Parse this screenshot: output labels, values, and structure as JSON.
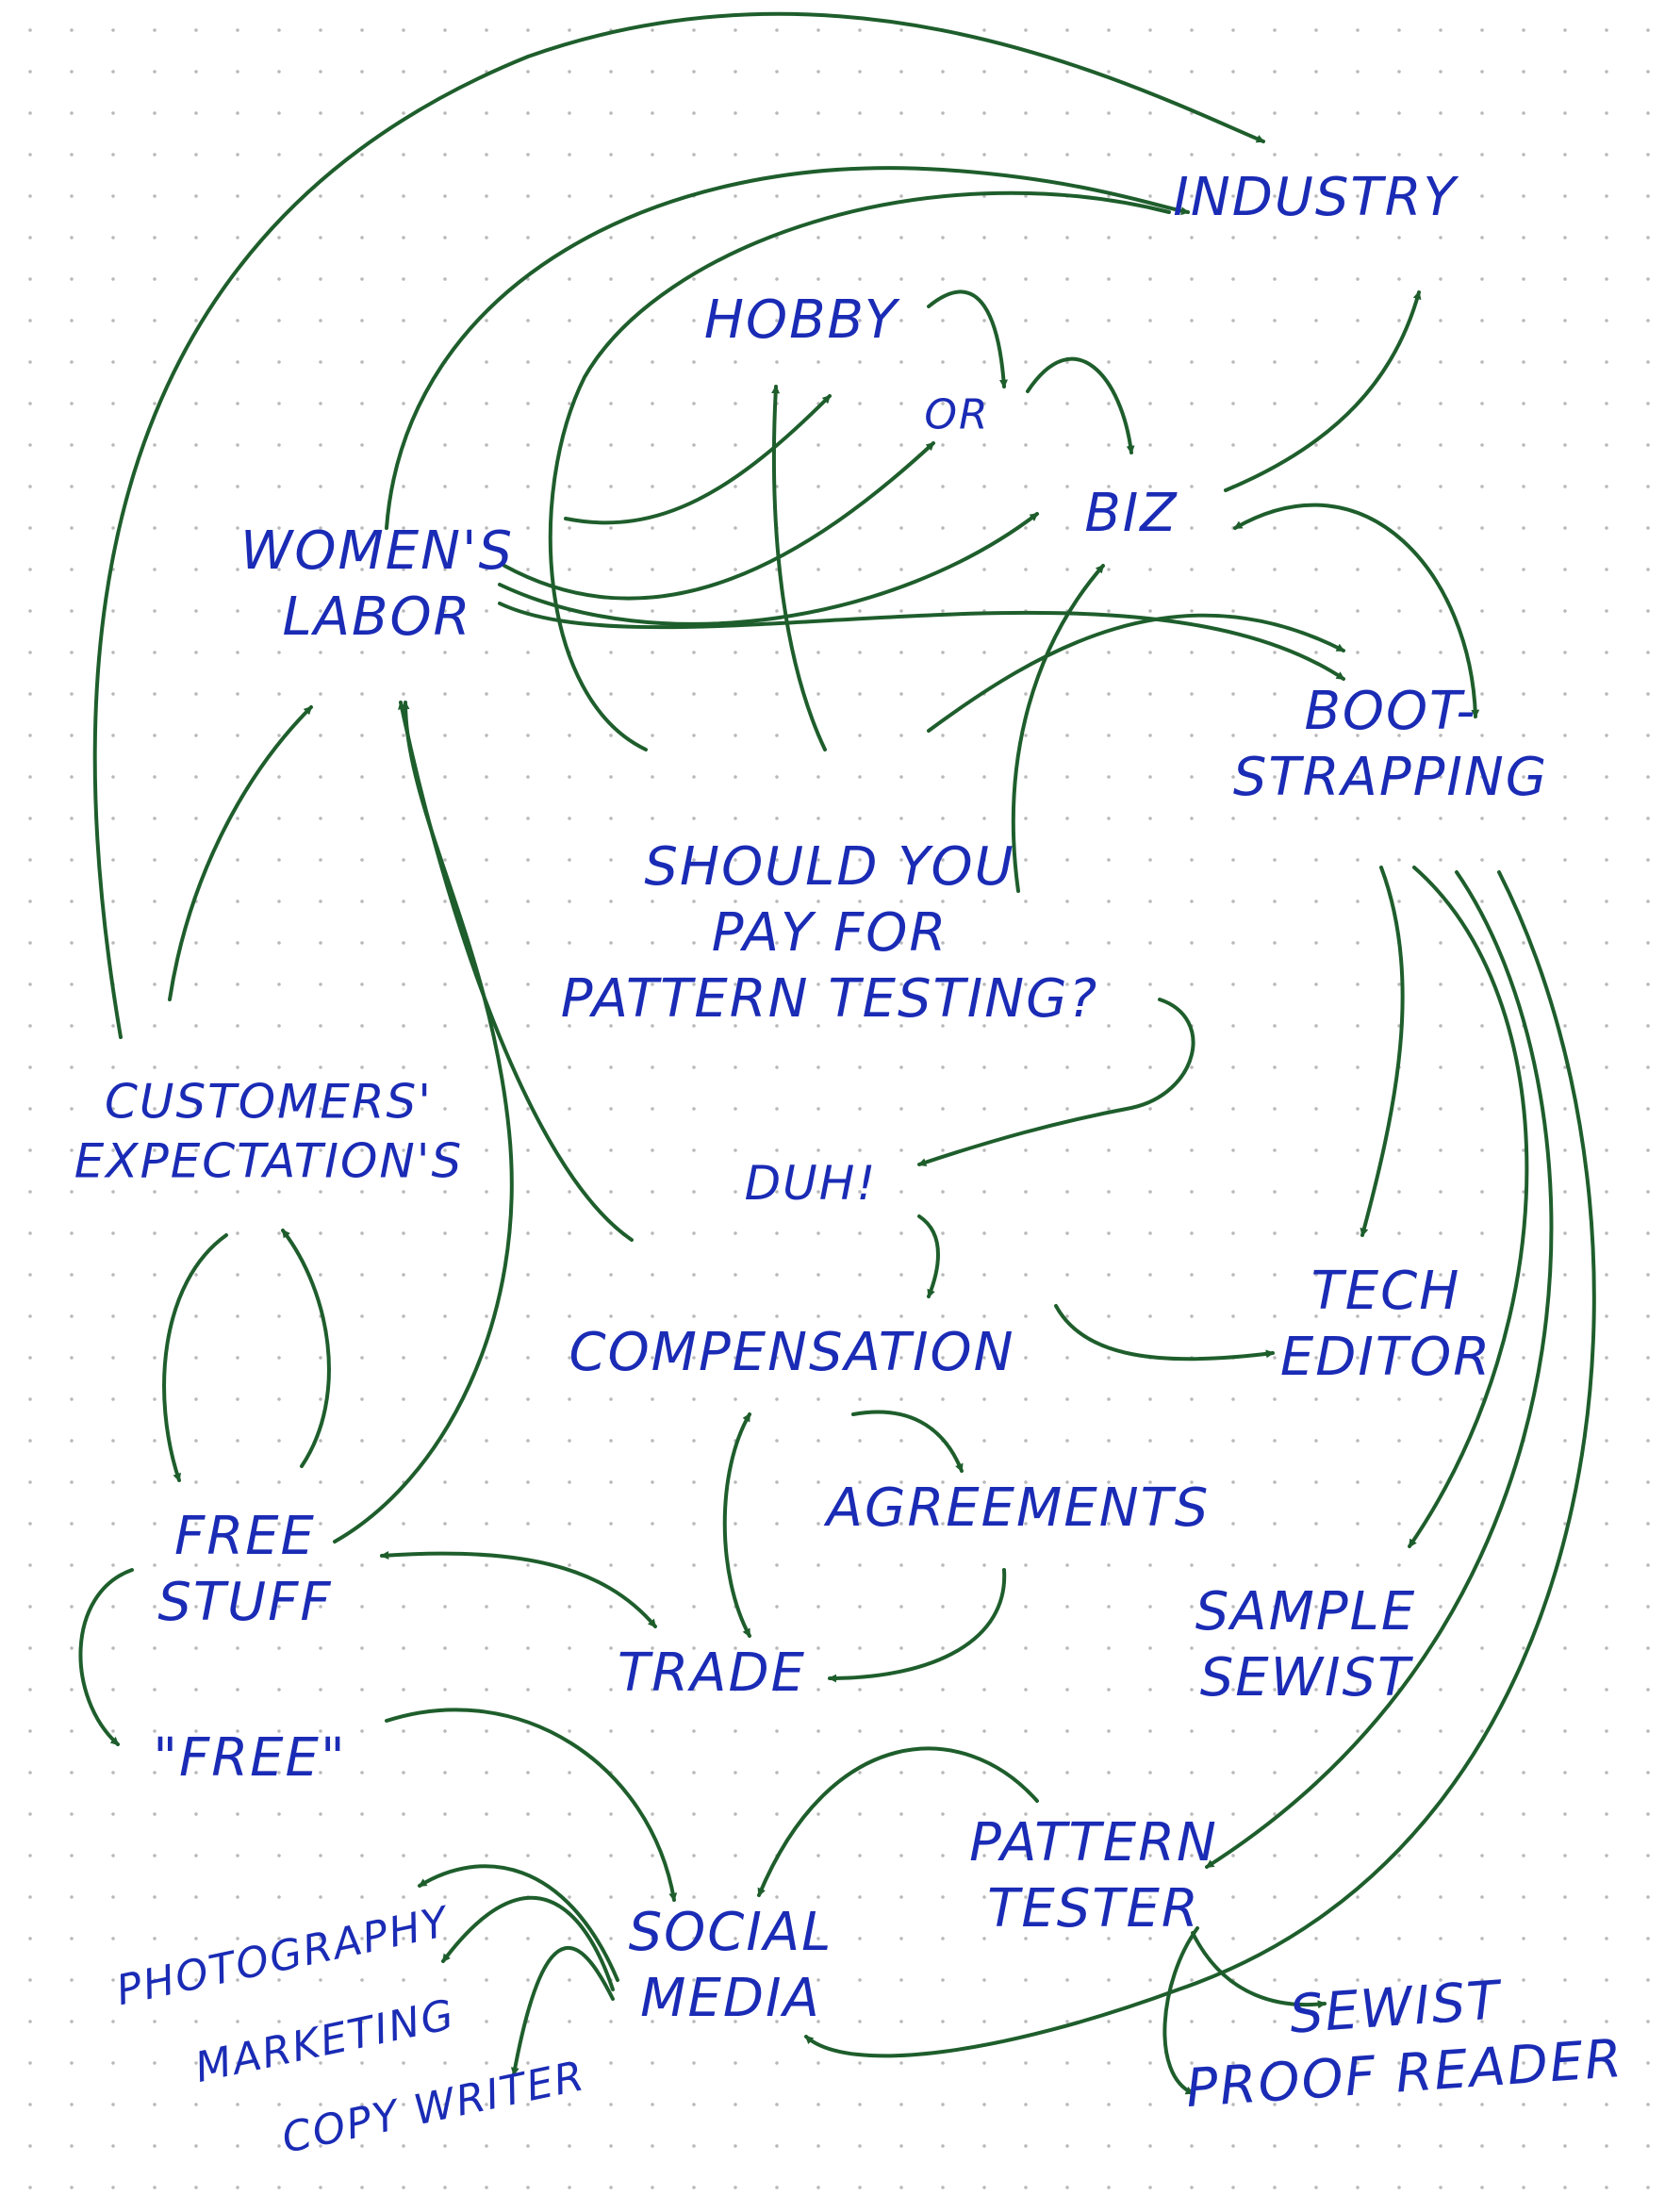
{
  "diagram": {
    "ink": {
      "arrow_color": "#1e5e2c",
      "text_color": "#1a2bb5",
      "dot_color": "#b9b9b9"
    },
    "nodes": {
      "industry": "INDUSTRY",
      "hobby": "HOBBY",
      "or": "OR",
      "biz": "BIZ",
      "womens_labor": [
        "WOMEN'S",
        "LABOR"
      ],
      "bootstrapping": [
        "BOOT-",
        "STRAPPING"
      ],
      "question": [
        "SHOULD YOU",
        "PAY FOR",
        "PATTERN TESTING?"
      ],
      "customers_expectations": [
        "CUSTOMERS'",
        "EXPECTATION'S"
      ],
      "duh": "DUH!",
      "compensation": "COMPENSATION",
      "tech_editor": [
        "TECH",
        "EDITOR"
      ],
      "agreements": "AGREEMENTS",
      "free_stuff": [
        "FREE",
        "STUFF"
      ],
      "sample_sewist": [
        "SAMPLE",
        "SEWIST"
      ],
      "trade": "TRADE",
      "free_quoted": "\"FREE\"",
      "pattern_tester": [
        "PATTERN",
        "TESTER"
      ],
      "social_media": [
        "SOCIAL",
        "MEDIA"
      ],
      "photography": "PHOTOGRAPHY",
      "marketing": "MARKETING",
      "copy_writer": "COPY WRITER",
      "sewist": "SEWIST",
      "proof_reader": "PROOF READER"
    }
  }
}
